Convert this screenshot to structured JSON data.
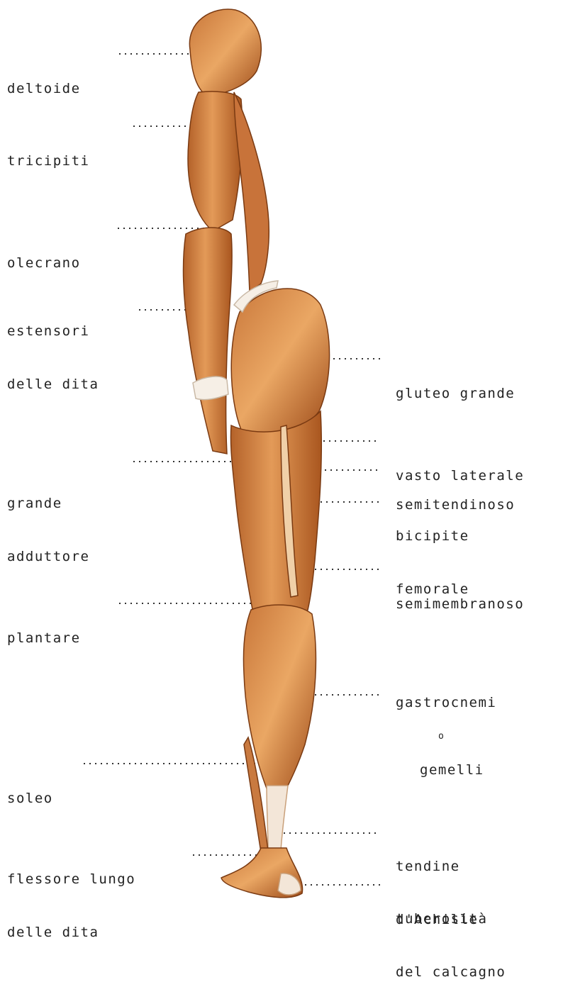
{
  "labels_left": [
    {
      "id": "deltoide",
      "lines": [
        "deltoide"
      ]
    },
    {
      "id": "tricipiti",
      "lines": [
        "tricipiti"
      ]
    },
    {
      "id": "olecrano",
      "lines": [
        "olecrano"
      ]
    },
    {
      "id": "estensori",
      "lines": [
        "estensori",
        "delle dita"
      ]
    },
    {
      "id": "grande-adduttore",
      "lines": [
        "grande",
        "adduttore"
      ]
    },
    {
      "id": "plantare",
      "lines": [
        "plantare"
      ]
    },
    {
      "id": "soleo",
      "lines": [
        "soleo"
      ]
    },
    {
      "id": "flessore",
      "lines": [
        "flessore lungo",
        "delle dita"
      ]
    }
  ],
  "labels_right": [
    {
      "id": "gluteo-grande",
      "lines": [
        "gluteo grande"
      ]
    },
    {
      "id": "vasto-laterale",
      "lines": [
        "vasto laterale"
      ]
    },
    {
      "id": "semitendinoso",
      "lines": [
        "semitendinoso"
      ]
    },
    {
      "id": "bicipite-femorale",
      "lines": [
        "bicipite",
        "femorale"
      ]
    },
    {
      "id": "semimembranoso",
      "lines": [
        "semimembranoso"
      ]
    },
    {
      "id": "gastrocnemi",
      "lines": [
        "gastrocnemi",
        "o",
        "gemelli"
      ]
    },
    {
      "id": "tendine-achille",
      "lines": [
        "tendine",
        "d'Achille"
      ]
    },
    {
      "id": "tuberosita",
      "lines": [
        "tuberosità",
        "del calcagno"
      ]
    }
  ],
  "colors": {
    "muscle": "#d98a4a",
    "muscle_dark": "#8a4418",
    "tendon": "#f3ede4",
    "text": "#222222"
  }
}
